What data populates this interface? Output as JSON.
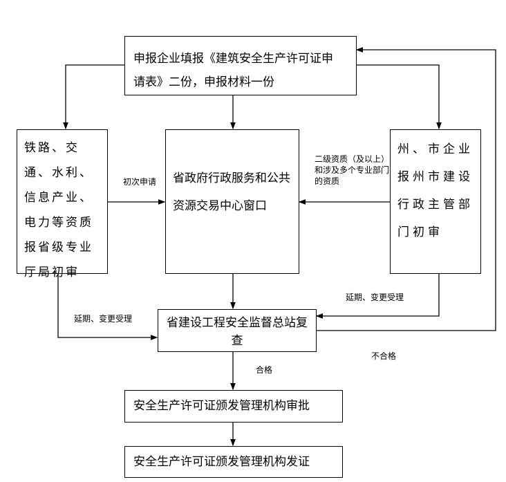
{
  "nodes": {
    "apply": "申报企业填报《建筑安全生产许可证申请表》二份，申报材料一份",
    "apply_line1": "申报企业填报《建筑安全生产许可证申",
    "apply_line2": "请表》二份，申报材料一份",
    "ministry": "铁路、交通、水利、信息产业、电力等资质报省级专业厅局初审",
    "window": "省政府行政服务和公共资源交易中心窗口",
    "city": "州、市企业报州市建设行政主管部门初审",
    "review": "省建设工程安全监督总站复查",
    "approve": "安全生产许可证颁发管理机构审批",
    "issue": "安全生产许可证颁发管理机构发证"
  },
  "edges": {
    "first_apply": "初次申请",
    "level2": "二级资质（及以上）和涉及多个专业部门的资质",
    "extend_right": "延期、变更受理",
    "extend_left": "延期、变更受理",
    "pass": "合格",
    "fail": "不合格"
  }
}
